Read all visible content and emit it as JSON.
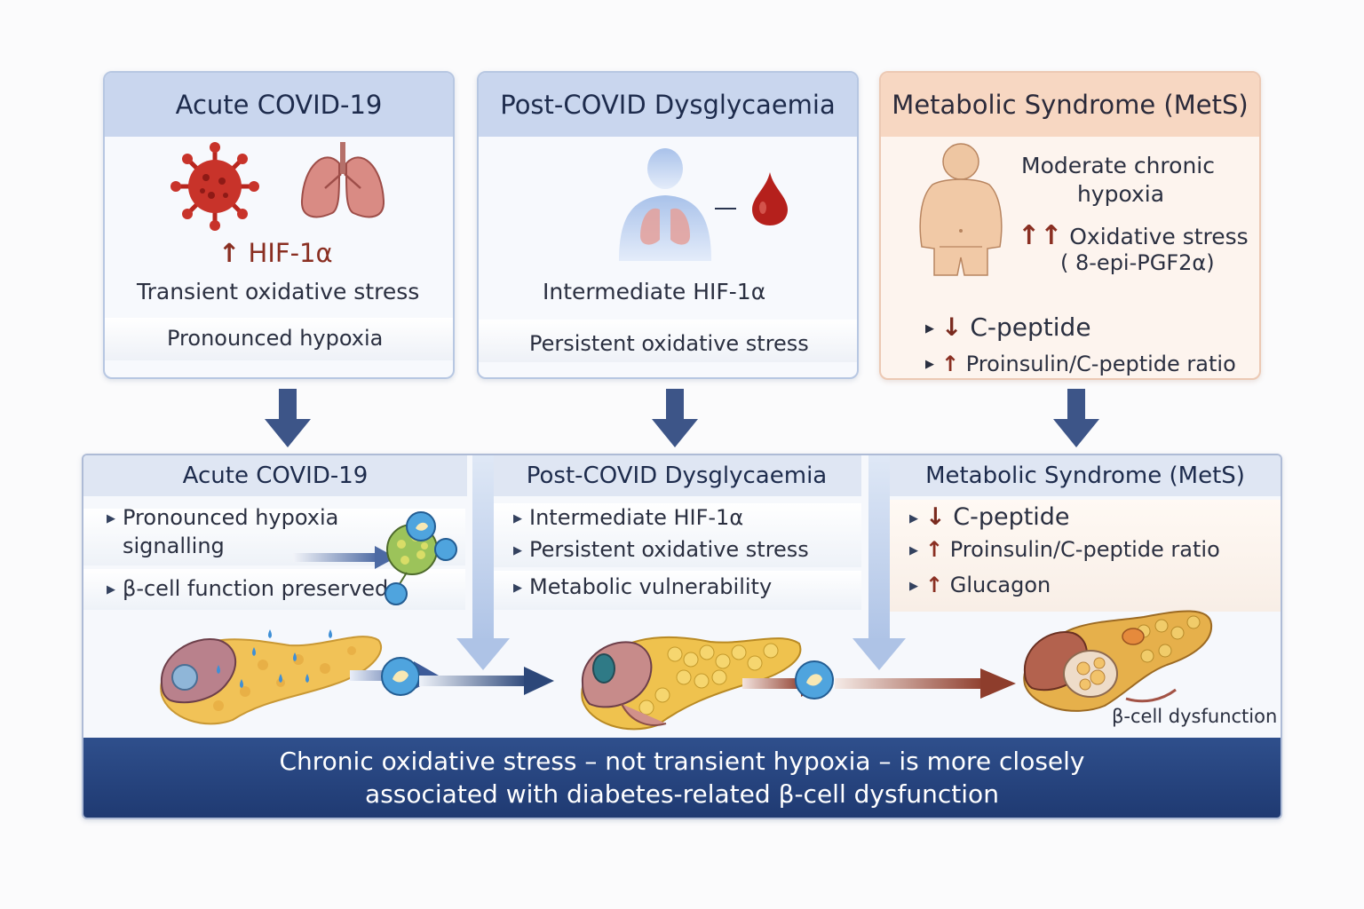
{
  "top_cards": [
    {
      "title": "Acute COVID-19",
      "line1_arrow": "↑",
      "line1": "HIF-1α",
      "line2": "Transient oxidative stress",
      "line3": "Pronounced hypoxia"
    },
    {
      "title": "Post-COVID Dysglycaemia",
      "line1": "Intermediate HIF-1α",
      "line2": "Persistent oxidative stress"
    },
    {
      "title": "Metabolic Syndrome (MetS)",
      "line1": "Moderate chronic",
      "line1b": "hypoxia",
      "line2_arrow": "↑↑",
      "line2": "Oxidative stress",
      "line2b": "( 8-epi-PGF2α)",
      "bullet1_arrow": "↓",
      "bullet1": "C-peptide",
      "bullet2_arrow": "↑",
      "bullet2": "Proinsulin/C-peptide ratio"
    }
  ],
  "bottom_columns": [
    {
      "title": "Acute COVID-19",
      "bullets": [
        "Pronounced hypoxia",
        "signalling",
        "β-cell function preserved"
      ]
    },
    {
      "title": "Post-COVID Dysglycaemia",
      "bullets": [
        "Intermediate HIF-1α",
        "Persistent oxidative stress",
        "Metabolic vulnerability"
      ]
    },
    {
      "title": "Metabolic Syndrome (MetS)",
      "bullets": [
        {
          "arrow": "↓",
          "text": "C-peptide"
        },
        {
          "arrow": "↑",
          "text": "Proinsulin/C-peptide ratio"
        },
        {
          "arrow": "↑",
          "text": "Glucagon"
        }
      ]
    }
  ],
  "pancreas_label": "β-cell dysfunction",
  "footer": {
    "line1": "Chronic oxidative stress – not transient hypoxia – is more closely",
    "line2": "associated with diabetes-related β-cell dysfunction"
  },
  "colors": {
    "navy": "#3f5788",
    "up_arrow": "#8a3a2a",
    "card_head_blue": "#c9d6ee",
    "card_head_peach": "#f7d7c2",
    "footer_bg": "#2a4a86"
  }
}
